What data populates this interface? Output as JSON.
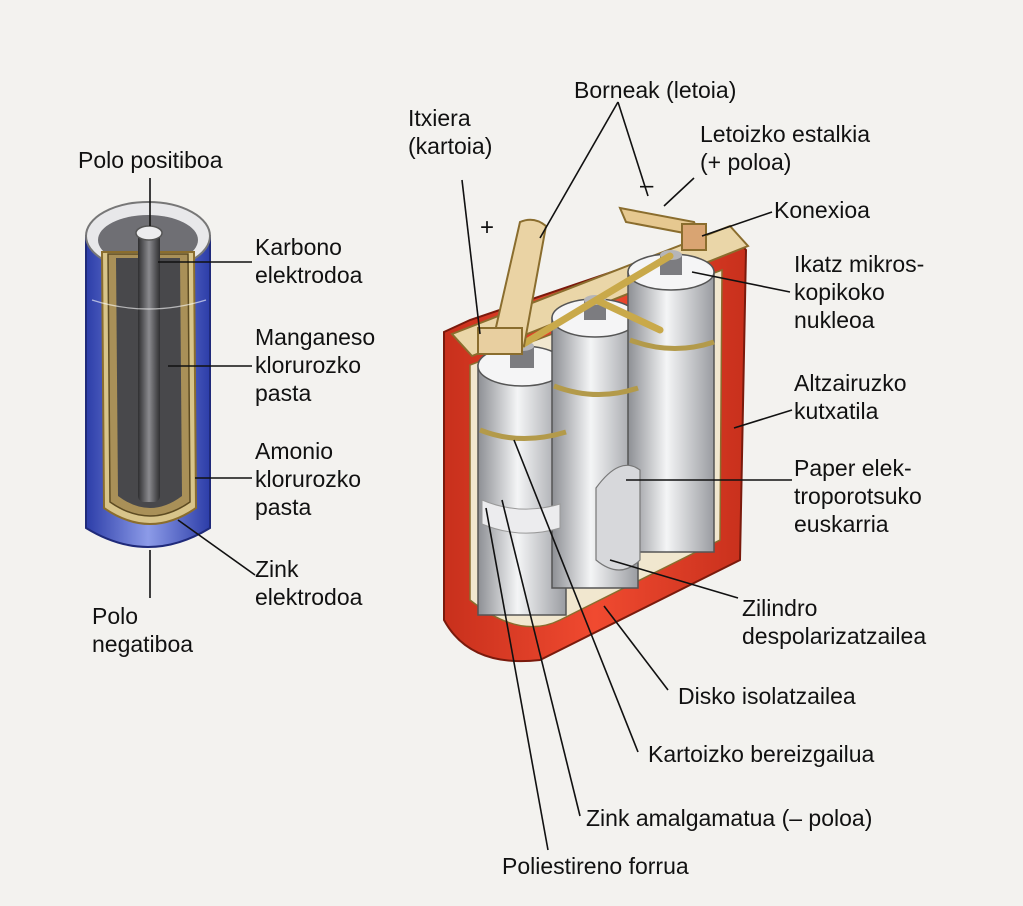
{
  "diagram": {
    "left_labels": {
      "polo_positiboa": "Polo positiboa",
      "karbono": "Karbono\nelektrodoa",
      "manganeso": "Manganeso\nklorurozko\npasta",
      "amonio": "Amonio\nklorurozko\npasta",
      "zink": "Zink\nelektrodoa",
      "polo_negatiboa": "Polo\nnegatiboa"
    },
    "right_labels": {
      "itxiera": "Itxiera\n(kartoia)",
      "borneak": "Borneak (letoia)",
      "letoizko": "Letoizko estalkia\n(+ poloa)",
      "konexioa": "Konexioa",
      "ikatz": "Ikatz mikros-\nkopikoko\nnukleoa",
      "altzairuzko": "Altzairuzko\nkutxatila",
      "paper": "Paper elek-\ntroporotsuko\neuskarria",
      "zilindro": "Zilindro\ndespolarizatzailea",
      "disko": "Disko isolatzailea",
      "kartoizko": "Kartoizko bereizgailua",
      "zink_amalgamatua": "Zink amalgamatua (– poloa)",
      "poliestireno": "Poliestireno forrua"
    },
    "signs": {
      "plus": "+",
      "minus": "–"
    }
  },
  "colors": {
    "steel_case": "#e23f27",
    "cardboard": "#ead6a8",
    "brass": "#e6cf7a",
    "zinc": "#c4c7cc",
    "carbon": "#5d5d60",
    "cell_blue": "#3a4fc4"
  }
}
